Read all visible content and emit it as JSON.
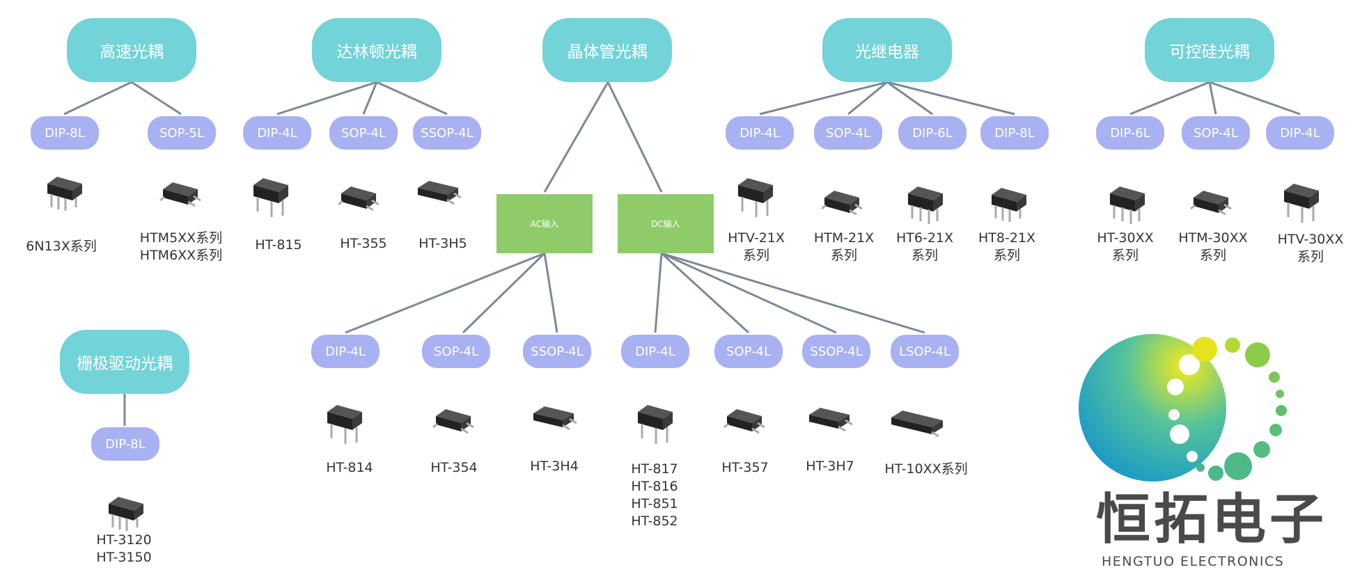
{
  "categories": {
    "high_speed": "高速光耦",
    "darlington": "达林顿光耦",
    "transistor": "晶体管光耦",
    "photorelay": "光继电器",
    "scr": "可控硅光耦",
    "gate_driver": "栅极驱动光耦"
  },
  "inputs": {
    "ac": "AC输入",
    "dc": "DC输入"
  },
  "packages": {
    "hs_dip8": "DIP-8L",
    "hs_sop5": "SOP-5L",
    "dl_dip4": "DIP-4L",
    "dl_sop4": "SOP-4L",
    "dl_ssop4": "SSOP-4L",
    "pr_dip4": "DIP-4L",
    "pr_sop4": "SOP-4L",
    "pr_dip6": "DIP-6L",
    "pr_dip8": "DIP-8L",
    "scr_dip6": "DIP-6L",
    "scr_sop4": "SOP-4L",
    "scr_dip4": "DIP-4L",
    "gd_dip8": "DIP-8L",
    "ac_dip4": "DIP-4L",
    "ac_sop4": "SOP-4L",
    "ac_ssop4": "SSOP-4L",
    "dc_dip4": "DIP-4L",
    "dc_sop4": "SOP-4L",
    "dc_ssop4": "SSOP-4L",
    "dc_lsop4": "LSOP-4L"
  },
  "parts": {
    "p_6n13x": "6N13X系列",
    "p_htm5xx": "HTM5XX系列\nHTM6XX系列",
    "p_ht815": "HT-815",
    "p_ht355": "HT-355",
    "p_ht3h5": "HT-3H5",
    "p_htv21x": "HTV-21X\n系列",
    "p_htm21x": "HTM-21X\n系列",
    "p_ht621x": "HT6-21X\n系列",
    "p_ht821x": "HT8-21X\n系列",
    "p_ht30xx": "HT-30XX\n系列",
    "p_htm30xx": "HTM-30XX\n系列",
    "p_htv30xx": "HTV-30XX\n系列",
    "p_ht814": "HT-814",
    "p_ht354": "HT-354",
    "p_ht3h4": "HT-3H4",
    "p_ht817": "HT-817\nHT-816\nHT-851\nHT-852",
    "p_ht357": "HT-357",
    "p_ht3h7": "HT-3H7",
    "p_ht10xx": "HT-10XX系列",
    "p_ht3120": "HT-3120\nHT-3150"
  },
  "logo": {
    "name_cn": "恒拓电子",
    "name_en": "HENGTUO ELECTRONICS"
  },
  "colors": {
    "category_fill": "#72d3d8",
    "package_fill": "#a8b1f2",
    "input_fill": "#8ecc6a",
    "edge": "#7d8896",
    "chip_body": "#222222",
    "text": "#333333"
  }
}
